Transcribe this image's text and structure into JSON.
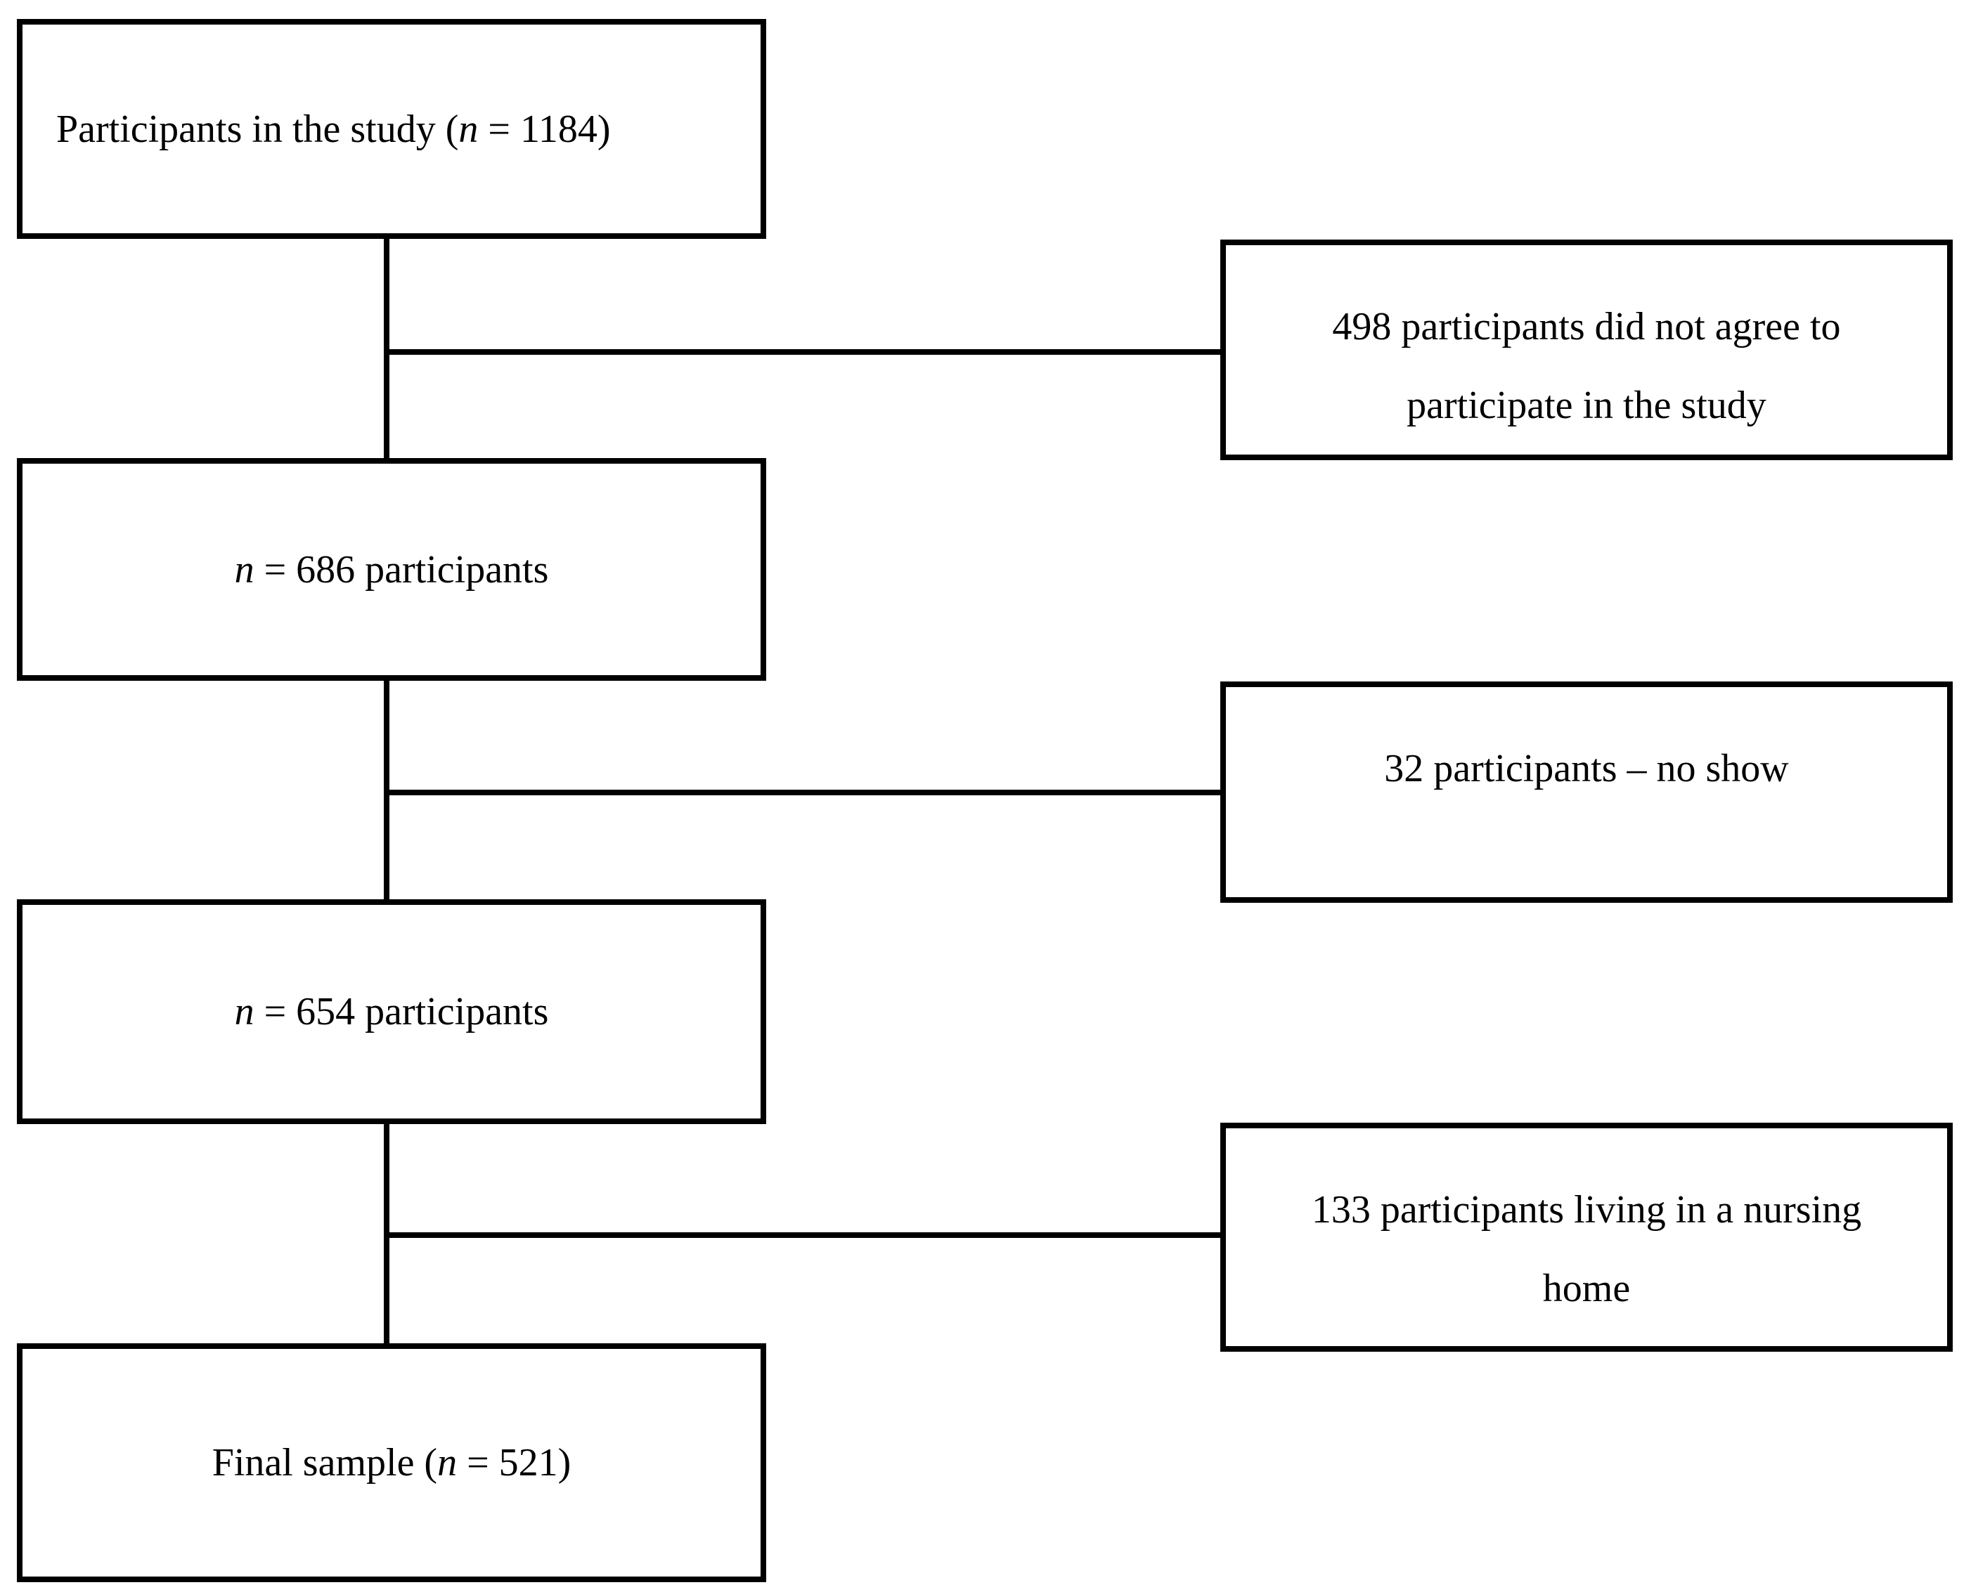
{
  "colors": {
    "ink": "#000000",
    "background": "#ffffff"
  },
  "flow": {
    "participants": {
      "pre": "Participants in the study (",
      "var": "n",
      "post": " = 1184)"
    },
    "excluded_no_consent": {
      "line1": "498 participants did not agree to",
      "line2": "participate in the study"
    },
    "after_consent": {
      "pre": "",
      "var": "n",
      "post": " = 686 participants"
    },
    "excluded_no_show": {
      "line1": "32 participants – no show"
    },
    "after_no_show": {
      "pre": "",
      "var": "n",
      "post": " = 654 participants"
    },
    "excluded_nursing_home": {
      "line1": "133 participants living in a nursing",
      "line2": "home"
    },
    "final_sample": {
      "pre": "Final sample (",
      "var": "n",
      "post": " = 521)"
    }
  }
}
